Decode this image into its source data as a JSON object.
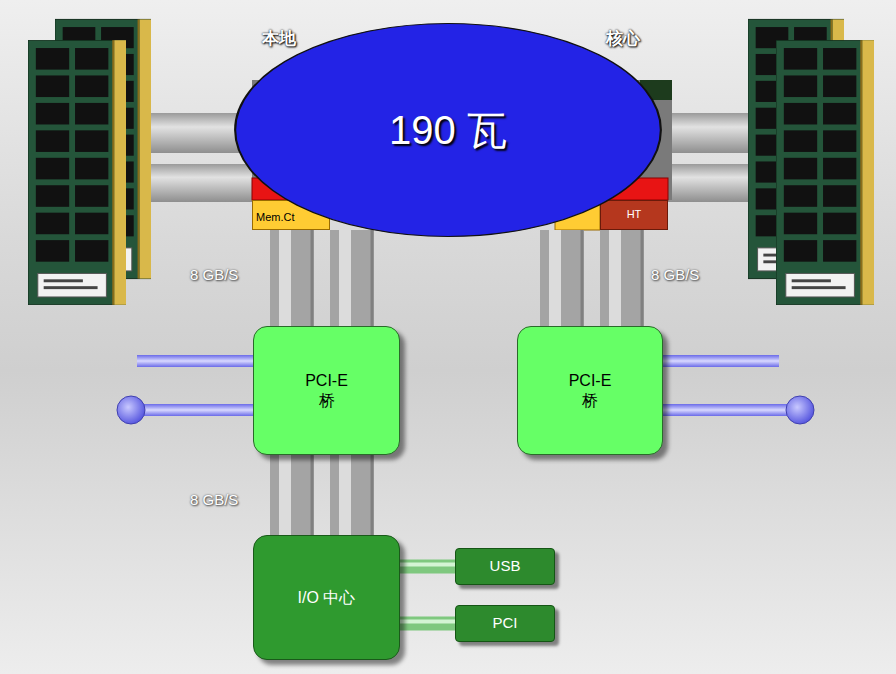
{
  "diagram": {
    "nodes": [
      {
        "text": [
          "190 瓦"
        ]
      },
      {
        "text": [
          "Mem.Ct"
        ]
      },
      {
        "text": [
          "HT"
        ]
      },
      {
        "text": [
          "PCI-E 桥"
        ]
      },
      {
        "text": [
          "PCI-E 桥"
        ]
      },
      {
        "text": [
          "I/O 中心"
        ]
      },
      {
        "text": [
          "USB"
        ]
      },
      {
        "text": [
          "PCI"
        ]
      }
    ],
    "edges": [
      {
        "from": 1,
        "to": 3,
        "arrow": "none"
      },
      {
        "from": 2,
        "to": 4,
        "arrow": "none"
      },
      {
        "from": 3,
        "to": 5,
        "arrow": "none"
      },
      {
        "from": 5,
        "to": 6,
        "arrow": "none"
      },
      {
        "from": 5,
        "to": 7,
        "arrow": "none"
      }
    ],
    "labels": [
      "本地",
      "核心",
      "8 GB/S",
      "8 GB/S",
      "8 GB/S"
    ]
  }
}
